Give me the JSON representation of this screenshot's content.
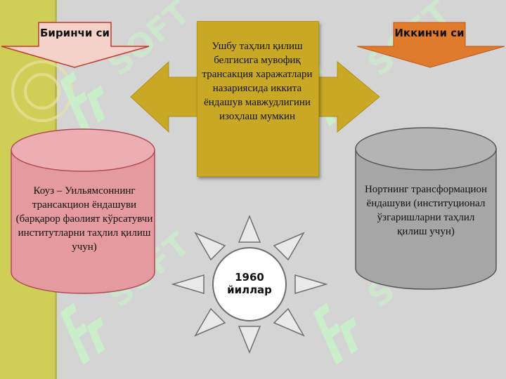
{
  "slide": {
    "first_label": "Биринчи си",
    "second_label": "Иккинчи си",
    "center_text": "Ушбу таҳлил қилиш белгисига мувофиқ трансакция харажатлари назариясида иккита ёндашув мавжудлигини изоҳлаш мумкин",
    "left_text": "Коуз – Уильямсоннинг трансакцион ёндашуви (барқарор фаолият кўрсатувчи институтларни таҳлил қилиш учун)",
    "right_text": "Нортнинг трансформацион ёндашуви (институционал ўзгаришларни таҳлил қилиш учун)",
    "sun_year": "1960",
    "sun_word": "йиллар"
  },
  "colors": {
    "left_strip": "#cfcf58",
    "center_arrow": "#c9a825",
    "first_arrow": "#f2cfc8",
    "second_arrow": "#e07a2c",
    "left_cylinder": "#e59aa0",
    "right_cylinder": "#a6a6a6",
    "watermark": "#c8f2c8"
  },
  "icons": [
    "sun-icon",
    "watermark-logo"
  ]
}
